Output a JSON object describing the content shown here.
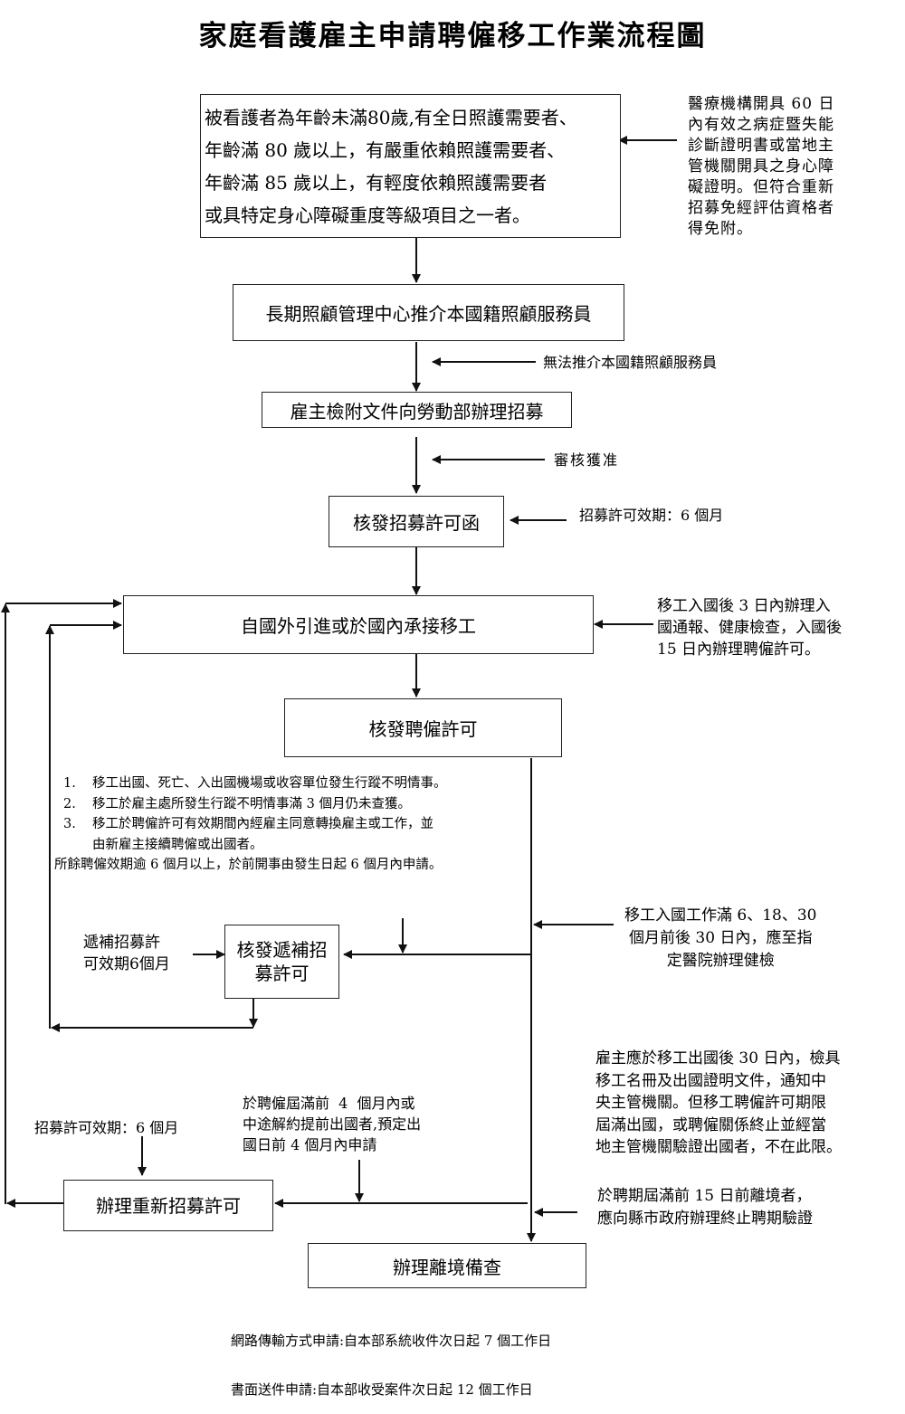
{
  "title": "家庭看護雇主申請聘僱移工作業流程圖",
  "steps": {
    "eligibility": {
      "lines": [
        "被看護者為年齡未滿80歲,有全日照護需要者、",
        "年齡滿 80 歲以上，有嚴重依賴照護需要者、",
        "年齡滿 85 歲以上，有輕度依賴照護需要者",
        "或具特定身心障礙重度等級項目之一者。"
      ]
    },
    "longterm_center": "長期照顧管理中心推介本國籍照顧服務員",
    "employer_recruit": "雇主檢附文件向勞動部辦理招募",
    "issue_recruit_permit": "核發招募許可函",
    "import_worker": "自國外引進或於國內承接移工",
    "issue_employ_permit": "核發聘僱許可",
    "issue_replacement_permit": [
      "核發遞補招",
      "募許可"
    ],
    "re_recruit_permit": "辦理重新招募許可",
    "departure_filing": "辦理離境備查"
  },
  "notes": {
    "medical_cert": "醫療機構開具 60 日\n內有效之病症暨失能\n診斷證明書或當地主\n管機關開具之身心障\n礙證明。但符合重新\n招募免經評估資格者\n得免附。",
    "no_local_caregiver": "無法推介本國籍照顧服務員",
    "approved": "審核獲准",
    "recruit_validity": "招募許可效期：6 個月",
    "arrival_tasks": "移工入國後 3 日內辦理入\n國通報、健康檢查，入國後\n15 日內辦理聘僱許可。",
    "health_check": "移工入國工作滿 6、18、30\n個月前後 30 日內，應至指\n定醫院辦理健檢",
    "replacement_validity": "遞補招募許\n可效期6個月",
    "departure_notice": "雇主應於移工出國後 30 日內，檢具\n移工名冊及出國證明文件，通知中\n央主管機關。但移工聘僱許可期限\n屆滿出國，或聘僱關係終止並經當\n地主管機關驗證出國者，不在此限。",
    "re_recruit_timing": "於聘僱屆滿前  4  個月內或\n中途解約提前出國者,預定出\n國日前 4 個月內申請",
    "re_recruit_validity": "招募許可效期：6 個月",
    "early_departure": "於聘期屆滿前 15 日前離境者，\n應向縣市政府辦理終止聘期驗證"
  },
  "replacement_conditions": {
    "items": [
      {
        "num": "1.",
        "text": "移工出國、死亡、入出國機場或收容單位發生行蹤不明情事。"
      },
      {
        "num": "2.",
        "text": "移工於雇主處所發生行蹤不明情事滿 3 個月仍未查獲。"
      },
      {
        "num": "3.",
        "text": "移工於聘僱許可有效期間內經雇主同意轉換雇主或工作，並"
      },
      {
        "num": "",
        "text": "由新雇主接續聘僱或出國者。"
      }
    ],
    "footer": "所餘聘僱效期逾 6 個月以上，於前開事由發生日起 6 個月內申請。"
  },
  "processing_time": {
    "online": "網路傳輸方式申請:自本部系統收件次日起 7 個工作日",
    "paper": "書面送件申請:自本部收受案件次日起 12 個工作日"
  }
}
